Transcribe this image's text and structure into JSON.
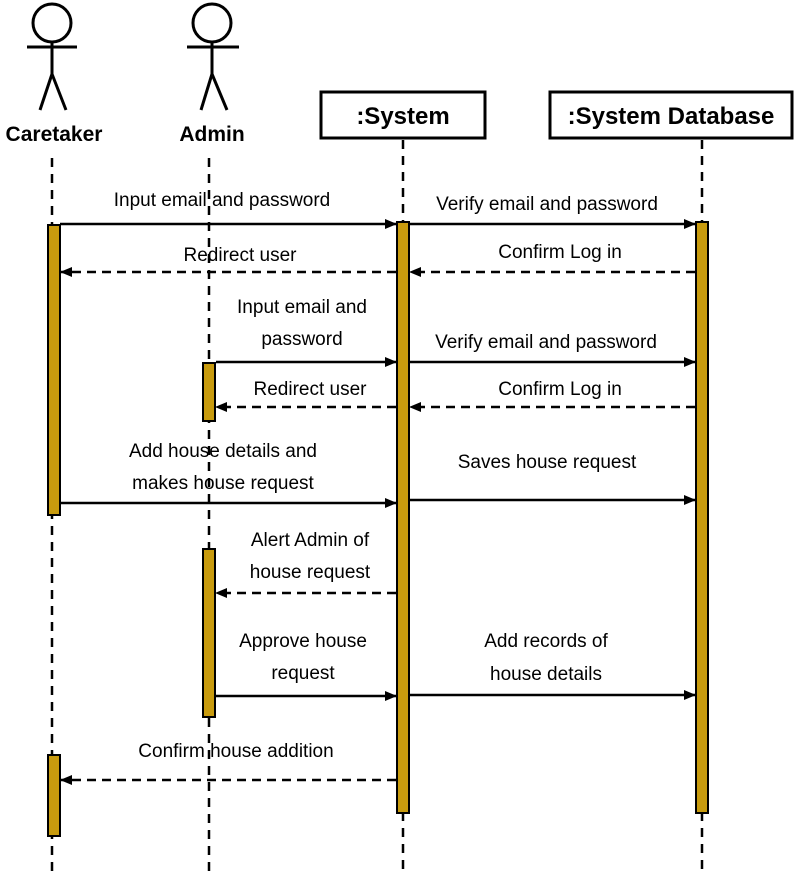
{
  "colors": {
    "activation_fill": "#C89B0E",
    "stroke": "#000000"
  },
  "participants": {
    "caretaker": "Caretaker",
    "admin": "Admin",
    "system": ":System",
    "database": ":System Database"
  },
  "messages": {
    "m1": "Input  email and password",
    "m2": "Verify  email and password",
    "m3": "Redirect user",
    "m4": "Confirm Log in",
    "m5a": "Input  email and",
    "m5b": "password",
    "m6": "Verify  email and password",
    "m7": "Redirect user",
    "m8": "Confirm Log in",
    "m9a": "Add house details and",
    "m9b": "makes house request",
    "m10": "Saves house request",
    "m11a": "Alert Admin of",
    "m11b": "house request",
    "m12a": "Approve house",
    "m12b": "request",
    "m13a": "Add records of",
    "m13b": "house details",
    "m14": "Confirm house addition"
  }
}
